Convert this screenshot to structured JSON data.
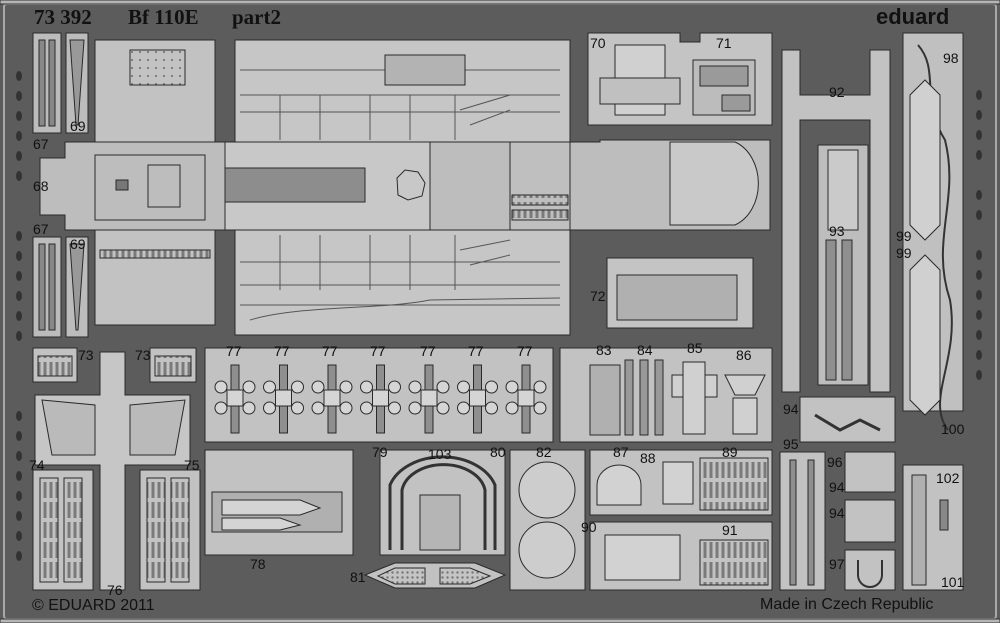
{
  "header": {
    "set_number": "73 392",
    "model": "Bf 110E",
    "part": "part2",
    "brand": "eduard"
  },
  "footer": {
    "copyright": "© EDUARD 2011",
    "origin": "Made in Czech Republic"
  },
  "part_numbers": [
    "67",
    "68",
    "69",
    "70",
    "71",
    "72",
    "73",
    "74",
    "75",
    "76",
    "77",
    "78",
    "79",
    "80",
    "81",
    "82",
    "83",
    "84",
    "85",
    "86",
    "87",
    "88",
    "89",
    "90",
    "91",
    "92",
    "93",
    "94",
    "95",
    "96",
    "97",
    "98",
    "99",
    "100",
    "101",
    "102",
    "103"
  ],
  "colors": {
    "background": "#5c5c5c",
    "metal": "#bcbcbc",
    "metal_light": "#d0d0d0",
    "outline": "#2a2a2a",
    "text": "#111111"
  }
}
